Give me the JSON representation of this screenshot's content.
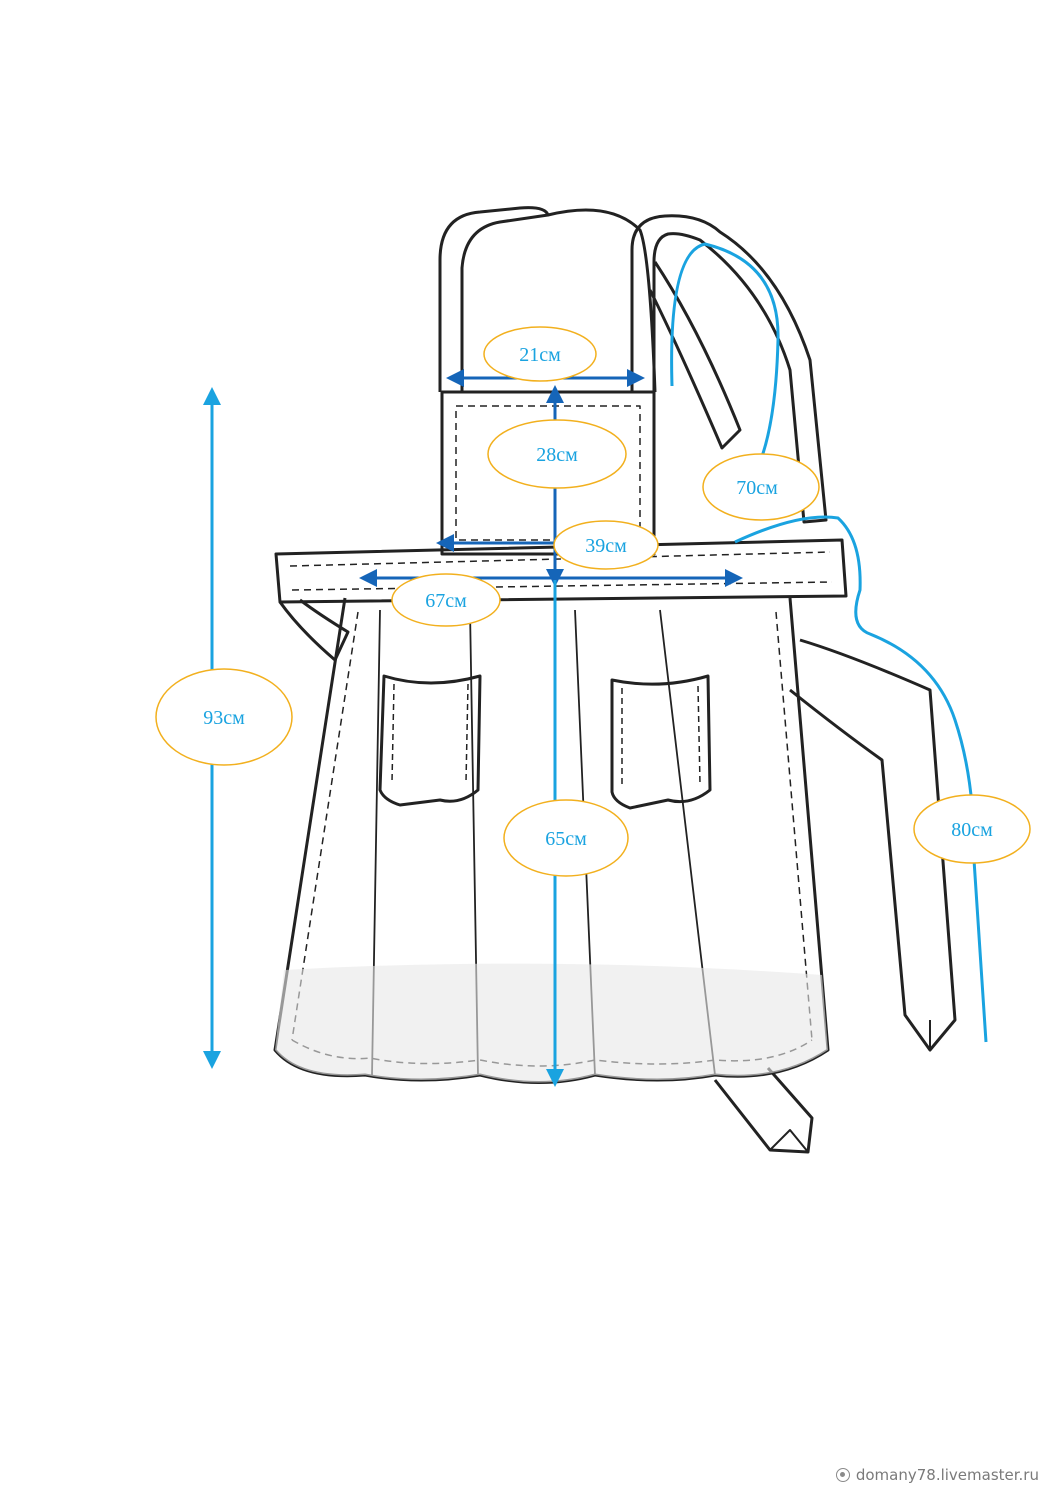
{
  "diagram": {
    "measurements": {
      "bib_width": "21см",
      "bib_height": "28см",
      "half_waist": "39см",
      "waist_width": "67см",
      "strap_length": "70см",
      "total_length": "93см",
      "skirt_length": "65см",
      "tie_length": "80см"
    },
    "colors": {
      "outline": "#222222",
      "measure_line": "#1aa3e0",
      "measure_arrow_dark": "#1565b8",
      "label_border": "#f2b01e",
      "label_text": "#1aa3e0",
      "hem_shade": "#e8e8e8"
    }
  },
  "watermark": {
    "text": "domany78.livemaster.ru",
    "icon": "snowflake-icon"
  }
}
